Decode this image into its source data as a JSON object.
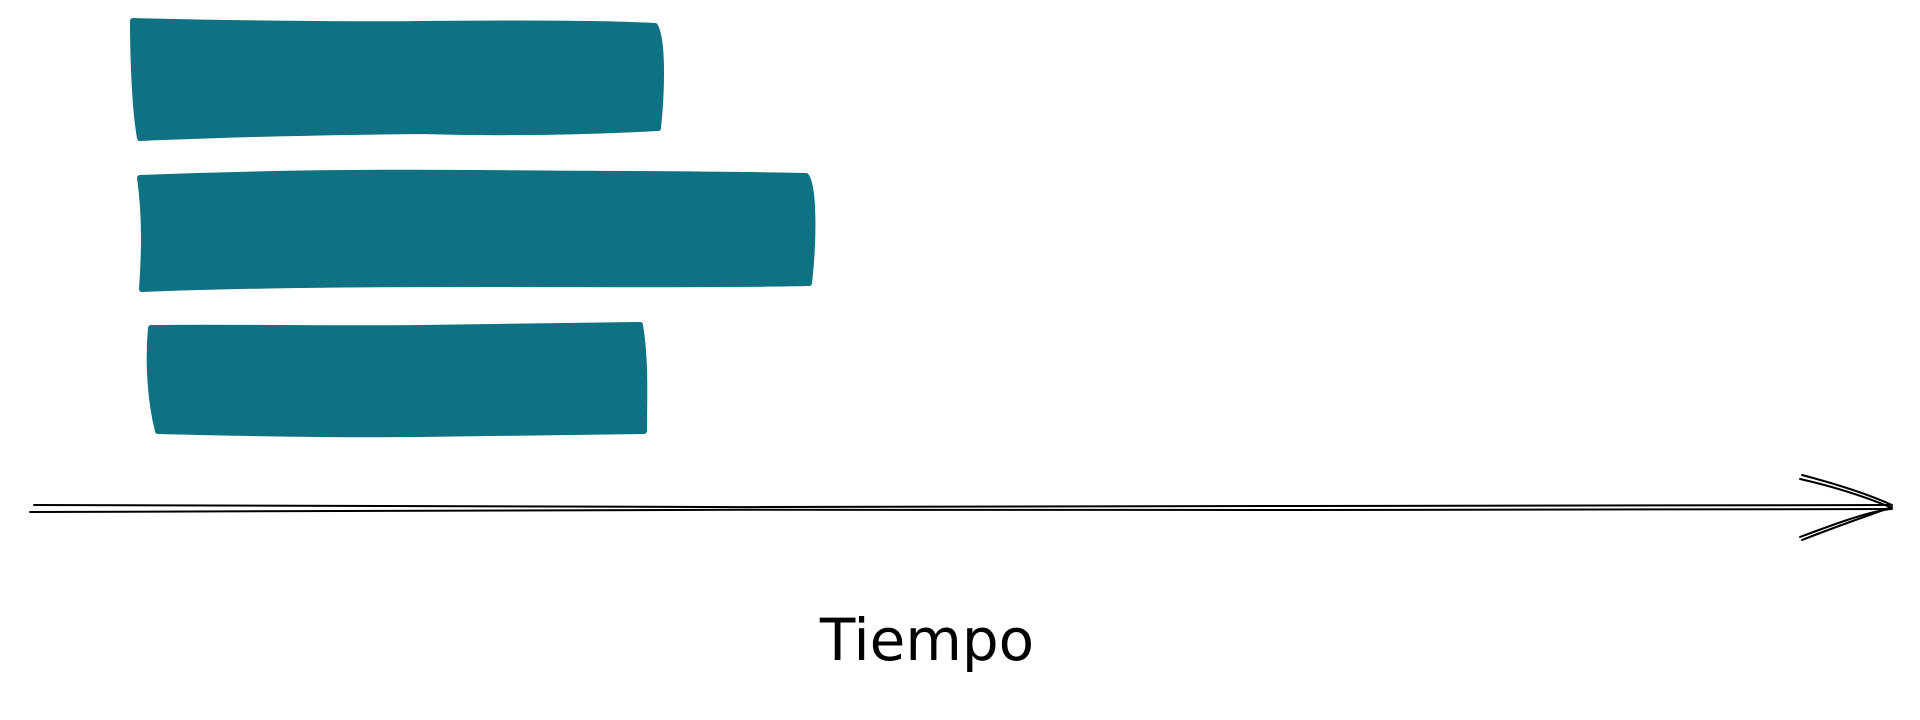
{
  "colors": {
    "bar": "#0f7282",
    "axis": "#000000",
    "background": "#ffffff"
  },
  "bars": [
    {
      "id": "bar-1"
    },
    {
      "id": "bar-2"
    },
    {
      "id": "bar-3"
    }
  ],
  "axis": {
    "label": "Tiempo",
    "direction": "right",
    "arrowhead": "arrow-icon"
  }
}
